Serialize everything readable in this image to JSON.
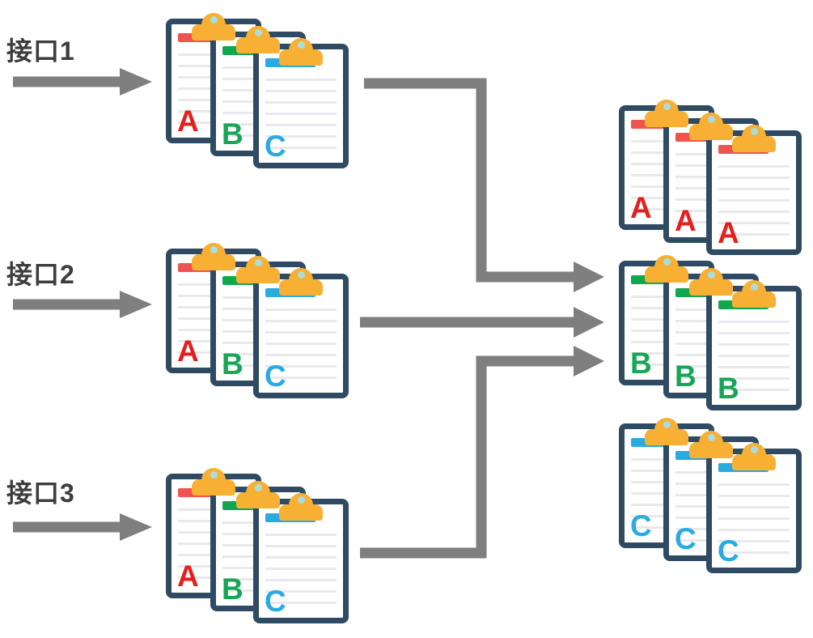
{
  "diagram": {
    "sources": [
      {
        "label": "接口1",
        "clipboards": [
          {
            "letter": "A",
            "color": "red"
          },
          {
            "letter": "B",
            "color": "green"
          },
          {
            "letter": "C",
            "color": "blue"
          }
        ]
      },
      {
        "label": "接口2",
        "clipboards": [
          {
            "letter": "A",
            "color": "red"
          },
          {
            "letter": "B",
            "color": "green"
          },
          {
            "letter": "C",
            "color": "blue"
          }
        ]
      },
      {
        "label": "接口3",
        "clipboards": [
          {
            "letter": "A",
            "color": "red"
          },
          {
            "letter": "B",
            "color": "green"
          },
          {
            "letter": "C",
            "color": "blue"
          }
        ]
      }
    ],
    "groups": [
      {
        "color": "red",
        "letters": [
          "A",
          "A",
          "A"
        ]
      },
      {
        "color": "green",
        "letters": [
          "B",
          "B",
          "B"
        ]
      },
      {
        "color": "blue",
        "letters": [
          "C",
          "C",
          "C"
        ]
      }
    ],
    "connections": [
      {
        "from": "接口1",
        "to": "grouped-results"
      },
      {
        "from": "接口2",
        "to": "grouped-results"
      },
      {
        "from": "接口3",
        "to": "grouped-results"
      }
    ],
    "icons": {
      "clipboard": "clipboard-icon",
      "arrow": "arrow-right-icon"
    }
  },
  "colors": {
    "board_border": "#2f4b63",
    "clip": "#f7b033",
    "clip_knob": "#a8dede",
    "bar_red": "#f05451",
    "bar_green": "#11a74e",
    "bar_blue": "#29abe2",
    "letter_red": "#e3201d",
    "letter_green": "#17a556",
    "letter_blue": "#29abe2",
    "arrow": "#7f7f7f",
    "label_text": "#3d3d3d",
    "page_line": "#e9e9ed"
  }
}
